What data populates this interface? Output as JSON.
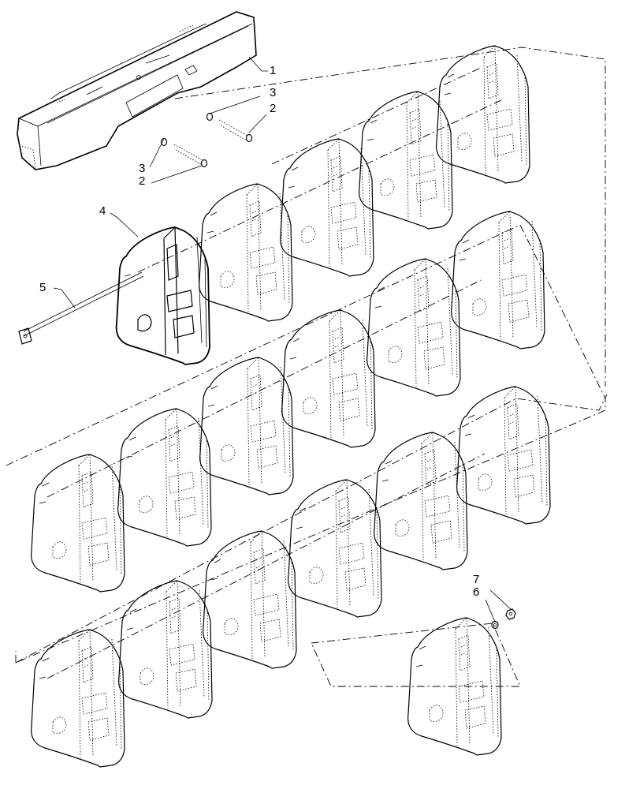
{
  "callouts": [
    {
      "id": "c1",
      "label": "1"
    },
    {
      "id": "c2a",
      "label": "2"
    },
    {
      "id": "c2b",
      "label": "2"
    },
    {
      "id": "c3a",
      "label": "3"
    },
    {
      "id": "c3b",
      "label": "3"
    },
    {
      "id": "c4",
      "label": "4"
    },
    {
      "id": "c5",
      "label": "5"
    },
    {
      "id": "c6",
      "label": "6"
    },
    {
      "id": "c7",
      "label": "7"
    }
  ]
}
